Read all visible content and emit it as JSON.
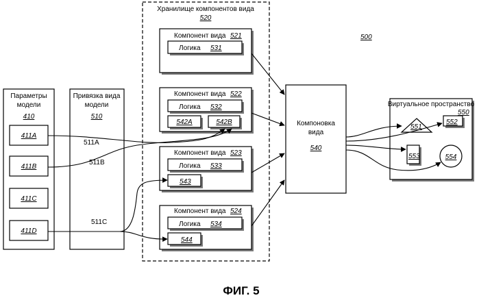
{
  "figure": {
    "ref": "500",
    "caption": "ФИГ. 5"
  },
  "model_params": {
    "title_line1": "Параметры",
    "title_line2": "модели",
    "ref": "410",
    "items": [
      "411A",
      "411B",
      "411C",
      "411D"
    ]
  },
  "view_binding": {
    "title_line1": "Привязка вида",
    "title_line2": "модели",
    "ref": "510",
    "links": [
      "511A",
      "511B",
      "511C"
    ]
  },
  "store": {
    "title": "Хранилище компонентов вида",
    "ref": "520",
    "components": [
      {
        "label": "Компонент вида",
        "ref": "521",
        "logic_label": "Логика",
        "logic_ref": "531",
        "elements": []
      },
      {
        "label": "Компонент вида",
        "ref": "522",
        "logic_label": "Логика",
        "logic_ref": "532",
        "elements": [
          "542A",
          "542B"
        ]
      },
      {
        "label": "Компонент вида",
        "ref": "523",
        "logic_label": "Логика",
        "logic_ref": "533",
        "elements": [
          "543"
        ]
      },
      {
        "label": "Компонент вида",
        "ref": "524",
        "logic_label": "Логика",
        "logic_ref": "534",
        "elements": [
          "544"
        ]
      }
    ]
  },
  "composer": {
    "line1": "Компоновка",
    "line2": "вида",
    "ref": "540"
  },
  "virtual_space": {
    "title": "Виртуальное пространство",
    "ref": "550",
    "elements": [
      "551",
      "552",
      "553",
      "554"
    ]
  }
}
